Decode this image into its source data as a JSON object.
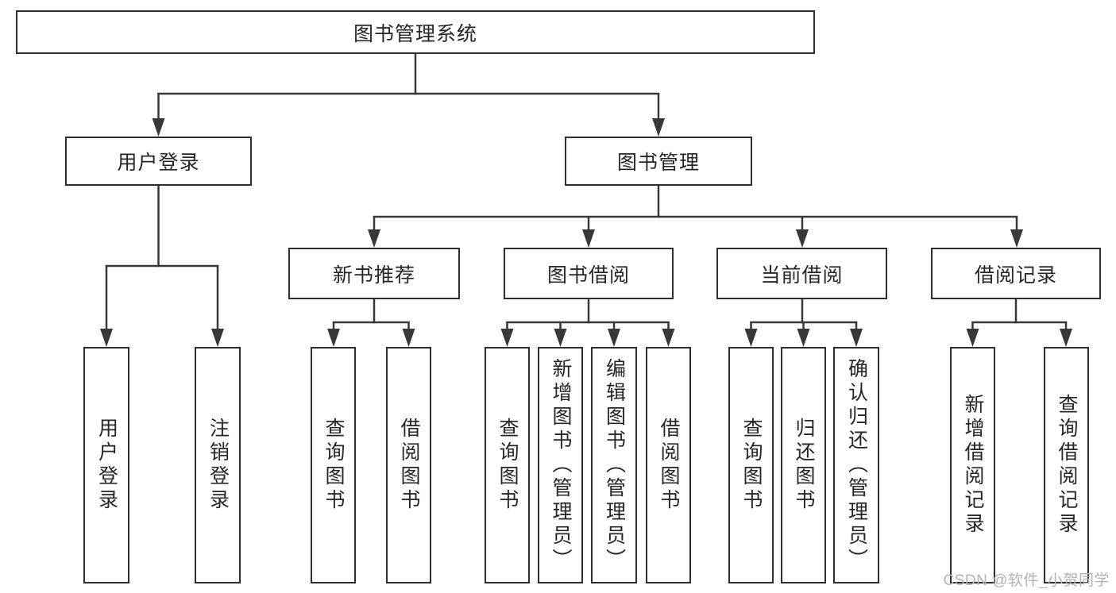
{
  "diagram": {
    "root": "图书管理系统",
    "branches": {
      "user_login": "用户登录",
      "book_mgmt": "图书管理"
    },
    "modules": {
      "new_book_rec": "新书推荐",
      "book_borrow": "图书借阅",
      "current_borrow": "当前借阅",
      "borrow_records": "借阅记录"
    },
    "leaves": {
      "ul_login": "用户登录",
      "ul_logout": "注销登录",
      "nbr_query": "查询图书",
      "nbr_borrow": "借阅图书",
      "bb_query": "查询图书",
      "bb_add": "新增图书（管理员）",
      "bb_edit": "编辑图书（管理员）",
      "bb_borrow": "借阅图书",
      "cb_query": "查询图书",
      "cb_return": "归还图书",
      "cb_confirm": "确认归还（管理员）",
      "br_add": "新增借阅记录",
      "br_query": "查询借阅记录"
    }
  },
  "watermark": "CSDN @软件_小贺同学",
  "colors": {
    "line": "#383838",
    "box_border": "#2e2e2e",
    "text": "#262626",
    "watermark": "#b3b3b3",
    "background": "#ffffff"
  }
}
